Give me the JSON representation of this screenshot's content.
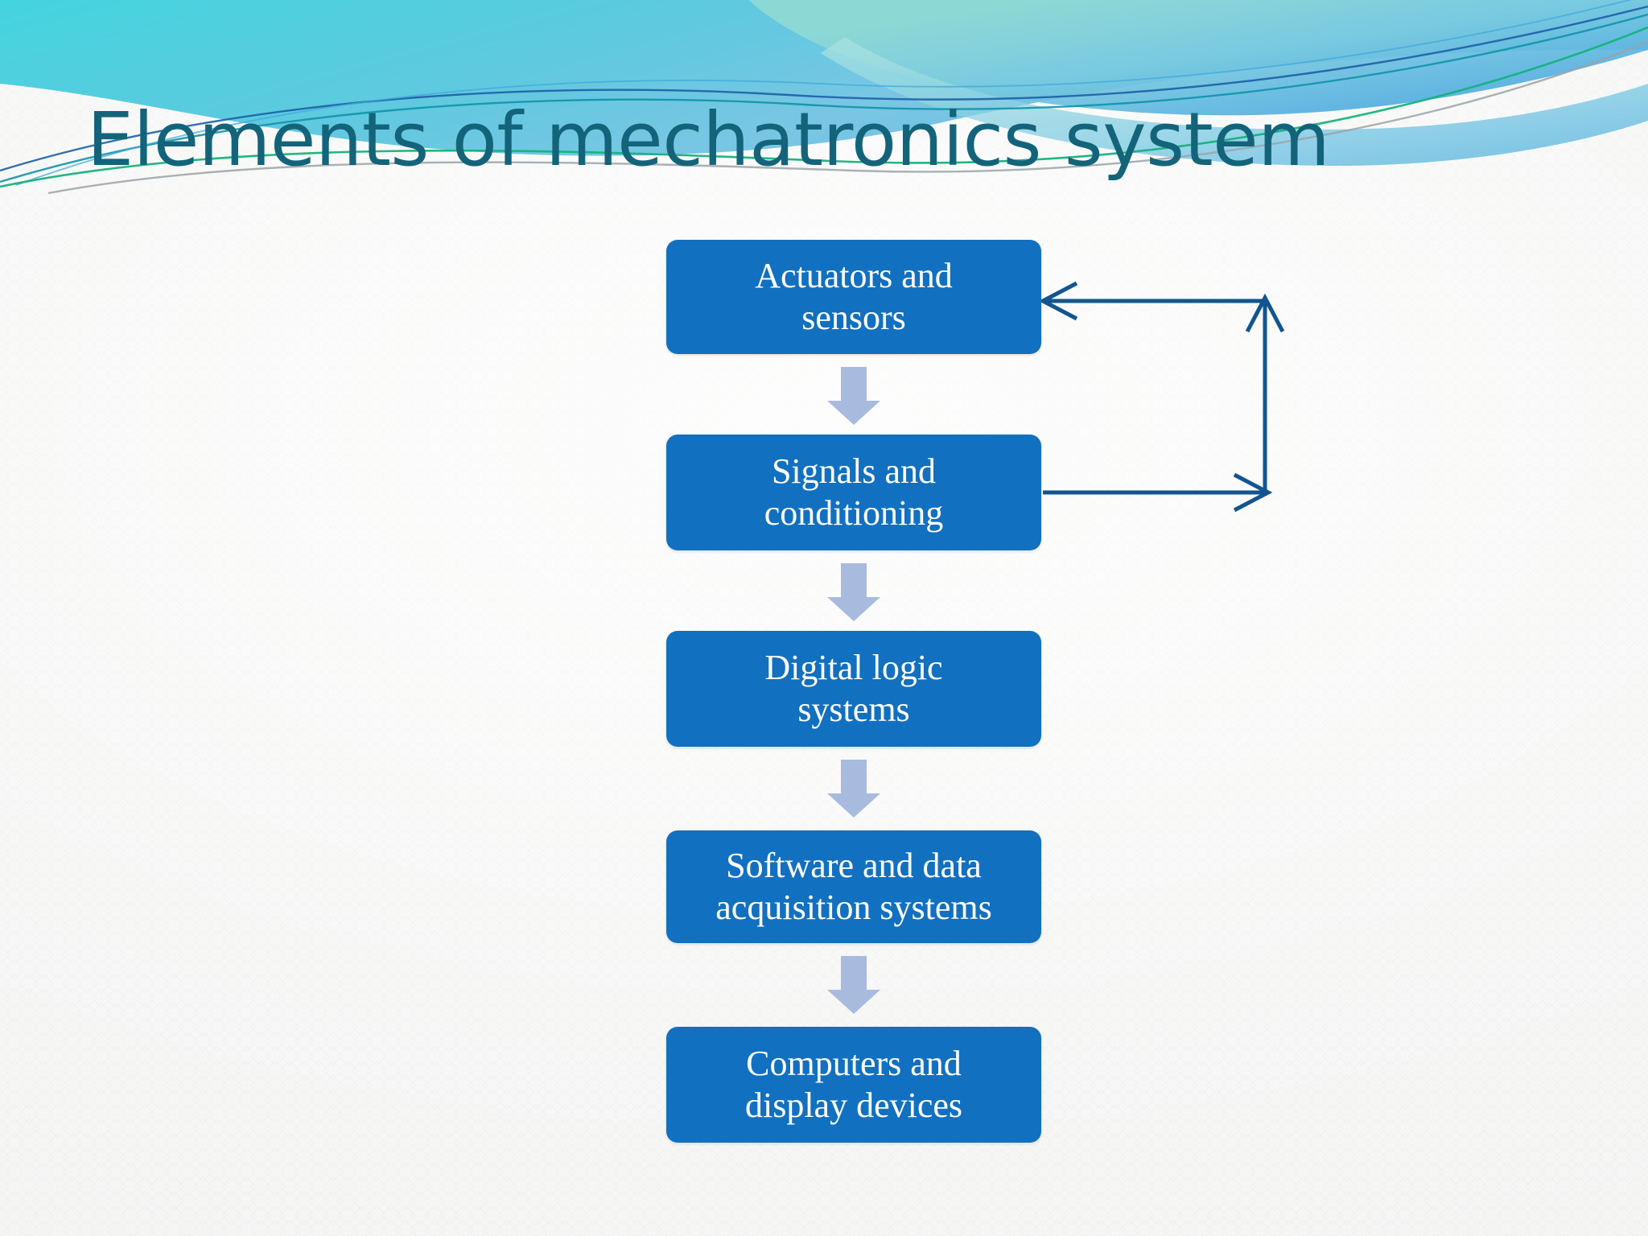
{
  "slide": {
    "title": "Elements of mechatronics system",
    "title_color": "#13647A",
    "background_color": "#F4F5F3",
    "banner_colors": {
      "cyan": "#4ED3DF",
      "sky": "#58BEE2",
      "teal_line": "#0F8A9B",
      "green_line": "#18B07A",
      "blue_line": "#1A5FA8",
      "gray_line": "#9AA3A8"
    }
  },
  "diagram": {
    "type": "flowchart",
    "orientation": "vertical",
    "node_fill": "#1270C0",
    "node_text_color": "#FFFFFF",
    "arrow_fill": "#A8BBDF",
    "feedback_stroke": "#12558F",
    "nodes": [
      {
        "id": "actuators-and-sensors",
        "line1": "Actuators and",
        "line2": "sensors"
      },
      {
        "id": "signals-and-conditioning",
        "line1": "Signals and",
        "line2": "conditioning"
      },
      {
        "id": "digital-logic-systems",
        "line1": "Digital logic",
        "line2": "systems"
      },
      {
        "id": "software-and-data-acquisition-systems",
        "line1": "Software and data",
        "line2": "acquisition systems"
      },
      {
        "id": "computers-and-display-devices",
        "line1": "Computers and",
        "line2": "display devices"
      }
    ],
    "connections": [
      {
        "from": "actuators-and-sensors",
        "to": "signals-and-conditioning",
        "kind": "down-arrow"
      },
      {
        "from": "signals-and-conditioning",
        "to": "digital-logic-systems",
        "kind": "down-arrow"
      },
      {
        "from": "digital-logic-systems",
        "to": "software-and-data-acquisition-systems",
        "kind": "down-arrow"
      },
      {
        "from": "software-and-data-acquisition-systems",
        "to": "computers-and-display-devices",
        "kind": "down-arrow"
      },
      {
        "from": "signals-and-conditioning",
        "to": "actuators-and-sensors",
        "kind": "feedback-loop-right"
      }
    ]
  }
}
